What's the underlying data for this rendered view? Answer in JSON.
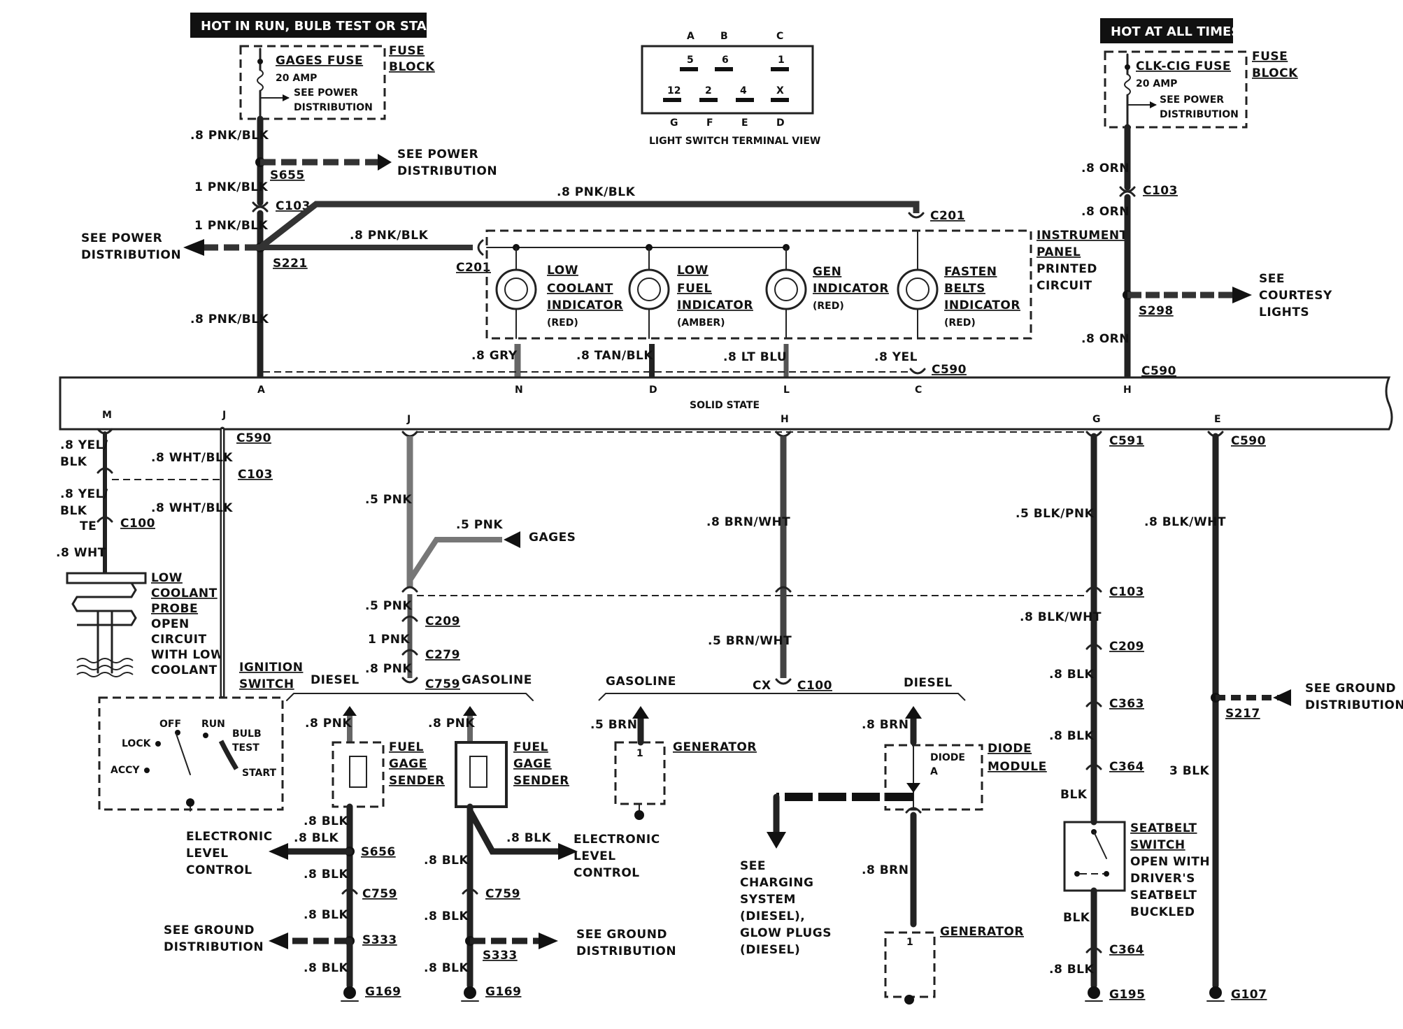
{
  "headers": {
    "hot_run": "HOT IN RUN, BULB TEST OR START",
    "hot_always": "HOT AT ALL TIMES"
  },
  "fuse_left": {
    "name": "GAGES FUSE",
    "amp": "20 AMP",
    "see1": "SEE POWER",
    "see2": "DISTRIBUTION",
    "block1": "FUSE",
    "block2": "BLOCK"
  },
  "fuse_right": {
    "name": "CLK-CIG FUSE",
    "amp": "20 AMP",
    "see1": "SEE POWER",
    "see2": "DISTRIBUTION",
    "block1": "FUSE",
    "block2": "BLOCK"
  },
  "terminal_view": {
    "top_letters": [
      "A",
      "B",
      "C"
    ],
    "top_nums": [
      "5",
      "6",
      "1"
    ],
    "bot_nums": [
      "12",
      "2",
      "4",
      "X"
    ],
    "bot_letters": [
      "G",
      "F",
      "E",
      "D"
    ],
    "caption": "LIGHT SWITCH TERMINAL VIEW"
  },
  "left_wires": {
    "w1": ".8 PNK/BLK",
    "w2": "1 PNK/BLK",
    "w3": "1 PNK/BLK",
    "w4": ".8 PNK/BLK",
    "s655": "S655",
    "c103": "C103",
    "s221": "S221",
    "see_pd1": "SEE POWER",
    "see_pd2": "DISTRIBUTION",
    "left_pd1": "SEE POWER",
    "left_pd2": "DISTRIBUTION"
  },
  "top_run": {
    "label": ".8 PNK/BLK",
    "label2": ".8 PNK/BLK",
    "c201a": "C201",
    "c201b": "C201"
  },
  "panel": {
    "l1": "INSTRUMENT",
    "l2": "PANEL",
    "l3": "PRINTED",
    "l4": "CIRCUIT"
  },
  "indicators": [
    {
      "l1": "LOW",
      "l2": "COOLANT",
      "l3": "INDICATOR",
      "l4": "(RED)"
    },
    {
      "l1": "LOW",
      "l2": "FUEL",
      "l3": "INDICATOR",
      "l4": "(AMBER)"
    },
    {
      "l1": "GEN",
      "l2": "INDICATOR",
      "l3": "(RED)",
      "l4": ""
    },
    {
      "l1": "FASTEN",
      "l2": "BELTS",
      "l3": "INDICATOR",
      "l4": "(RED)"
    }
  ],
  "ind_wires": {
    "gry": ".8 GRY",
    "tan": ".8 TAN/BLK",
    "ltblu": ".8 LT BLU",
    "yel": ".8 YEL",
    "c590": "C590"
  },
  "right_wires": {
    "orn1": ".8 ORN",
    "c103": "C103",
    "orn2": ".8 ORN",
    "s298": "S298",
    "orn3": ".8 ORN",
    "c590": "C590",
    "see1": "SEE",
    "see2": "COURTESY",
    "see3": "LIGHTS"
  },
  "module": {
    "label": "SOLID STATE",
    "top_pins": [
      "A",
      "N",
      "D",
      "L",
      "C",
      "H"
    ],
    "bot_pins": [
      "M",
      "J",
      "J",
      "H",
      "G",
      "E"
    ]
  },
  "col_m": {
    "c590": "C590",
    "y1a": ".8 YEL/",
    "y1b": "BLK",
    "c103": "C103",
    "y2a": ".8 YEL/",
    "y2b": "BLK",
    "te": "TE",
    "c100": "C100",
    "wht": ".8 WHT",
    "probe1": "LOW",
    "probe2": "COOLANT",
    "probe3": "PROBE",
    "probe4": "OPEN",
    "probe5": "CIRCUIT",
    "probe6": "WITH LOW",
    "probe7": "COOLANT"
  },
  "col_j": {
    "w1": ".8 WHT/BLK",
    "w2": ".8 WHT/BLK",
    "ign1": "IGNITION",
    "ign2": "SWITCH",
    "off": "OFF",
    "run": "RUN",
    "lock": "LOCK",
    "accy": "ACCY",
    "bulb1": "BULB",
    "bulb2": "TEST",
    "start": "START"
  },
  "col_gages": {
    "p1": ".5 PNK",
    "p2": ".5 PNK",
    "gages": "GAGES",
    "p3": ".5 PNK",
    "c209": "C209",
    "p4": "1 PNK",
    "c279": "C279",
    "p5": ".8 PNK",
    "c759": "C759",
    "diesel": "DIESEL",
    "gasoline": "GASOLINE"
  },
  "sender_d": {
    "wire": ".8 PNK",
    "l1": "FUEL",
    "l2": "GAGE",
    "l3": "SENDER",
    "b1": ".8 BLK",
    "b2": ".8 BLK",
    "s656": "S656",
    "elc1": "ELECTRONIC",
    "elc2": "LEVEL",
    "elc3": "CONTROL",
    "b3": ".8 BLK",
    "c759": "C759",
    "b4": ".8 BLK",
    "s333": "S333",
    "gd1": "SEE GROUND",
    "gd2": "DISTRIBUTION",
    "b5": ".8 BLK",
    "g169": "G169"
  },
  "sender_g": {
    "wire": ".8 PNK",
    "l1": "FUEL",
    "l2": "GAGE",
    "l3": "SENDER",
    "b1": ".8 BLK",
    "b2": ".8 BLK",
    "elc1": "ELECTRONIC",
    "elc2": "LEVEL",
    "elc3": "CONTROL",
    "c759": "C759",
    "b3": ".8 BLK",
    "s333": "S333",
    "gd1": "SEE GROUND",
    "gd2": "DISTRIBUTION",
    "b4": ".8 BLK",
    "g169": "G169"
  },
  "col_h": {
    "w1": ".8 BRN/WHT",
    "w2": ".5 BRN/WHT",
    "cx": "CX",
    "c100": "C100",
    "gasoline": "GASOLINE",
    "diesel": "DIESEL",
    "brn1": ".5 BRN",
    "gen1": "GENERATOR",
    "brn2": ".8 BRN",
    "diode1": "DIODE",
    "diode2": "MODULE",
    "diode_a1": "DIODE",
    "diode_a2": "A",
    "chg1": "SEE",
    "chg2": "CHARGING",
    "chg3": "SYSTEM",
    "chg4": "(DIESEL),",
    "chg5": "GLOW PLUGS",
    "chg6": "(DIESEL)",
    "brn3": ".8 BRN",
    "gen2": "GENERATOR",
    "pin": "1"
  },
  "col_g": {
    "c591": "C591",
    "w1": ".5 BLK/PNK",
    "c103": "C103",
    "w2": ".8 BLK/WHT",
    "c209": "C209",
    "w3": ".8 BLK",
    "c363": "C363",
    "w4": ".8 BLK",
    "c364": "C364",
    "w5": "BLK",
    "sb1": "SEATBELT",
    "sb2": "SWITCH",
    "sb3": "OPEN WITH",
    "sb4": "DRIVER'S",
    "sb5": "SEATBELT",
    "sb6": "BUCKLED",
    "w6": "BLK",
    "c364b": "C364",
    "w7": ".8 BLK",
    "g195": "G195"
  },
  "col_e": {
    "c590": "C590",
    "w1": ".8 BLK/WHT",
    "s217": "S217",
    "gd1": "SEE GROUND",
    "gd2": "DISTRIBUTION",
    "w2": "3 BLK",
    "g107": "G107"
  }
}
